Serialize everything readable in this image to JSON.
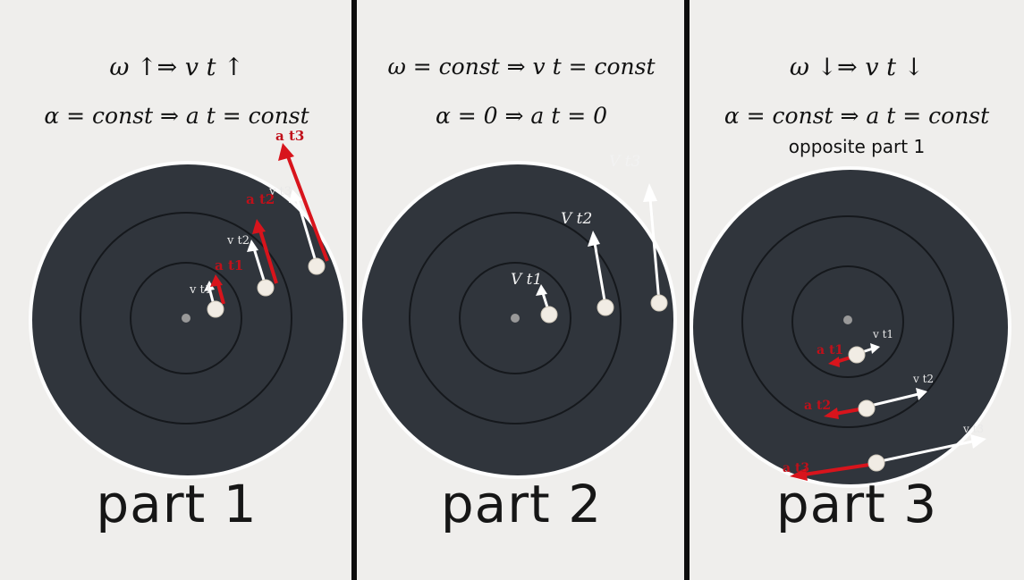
{
  "colors": {
    "background": "#efeeec",
    "disc": "#2f343b",
    "groove": "#15181c",
    "velocity_arrow": "#ffffff",
    "acceleration_arrow": "#d8141c",
    "divider": "#0d0d0d"
  },
  "panels": [
    {
      "line1": "ω ↑⇒ v t ↑",
      "line2": "α = const ⇒ a t = const",
      "note": "",
      "label": "part 1",
      "velocity_labels": [
        "v t1",
        "v t2",
        "v t3"
      ],
      "acceleration_labels": [
        "a t1",
        "a t2",
        "a t3"
      ]
    },
    {
      "line1": "ω = const ⇒ v t = const",
      "line2": "α = 0 ⇒ a t = 0",
      "note": "",
      "label": "part 2",
      "velocity_labels": [
        "V t1",
        "V t2",
        "V t3"
      ],
      "acceleration_labels": []
    },
    {
      "line1": "ω ↓⇒ v t ↓",
      "line2": "α = const ⇒ a t = const",
      "note": "opposite part 1",
      "label": "part 3",
      "velocity_labels": [
        "v t1",
        "v t2",
        "v t3"
      ],
      "acceleration_labels": [
        "a t1",
        "a t2",
        "a t3"
      ]
    }
  ]
}
